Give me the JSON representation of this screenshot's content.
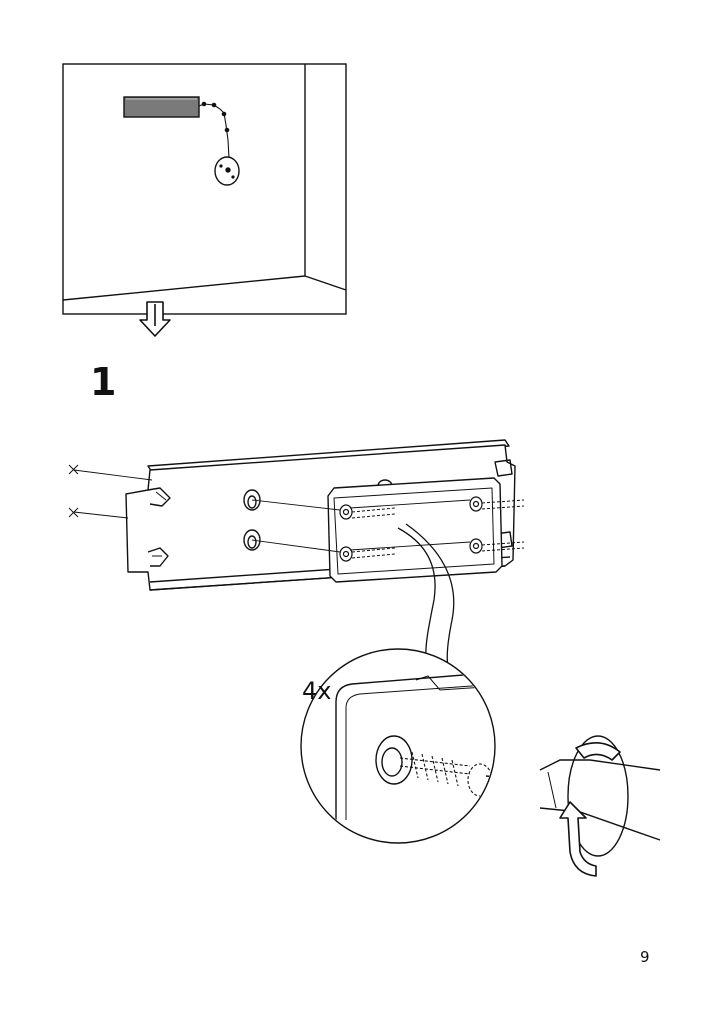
{
  "step": {
    "number": "1"
  },
  "detail": {
    "quantity": "4x"
  },
  "page": {
    "number": "9"
  }
}
